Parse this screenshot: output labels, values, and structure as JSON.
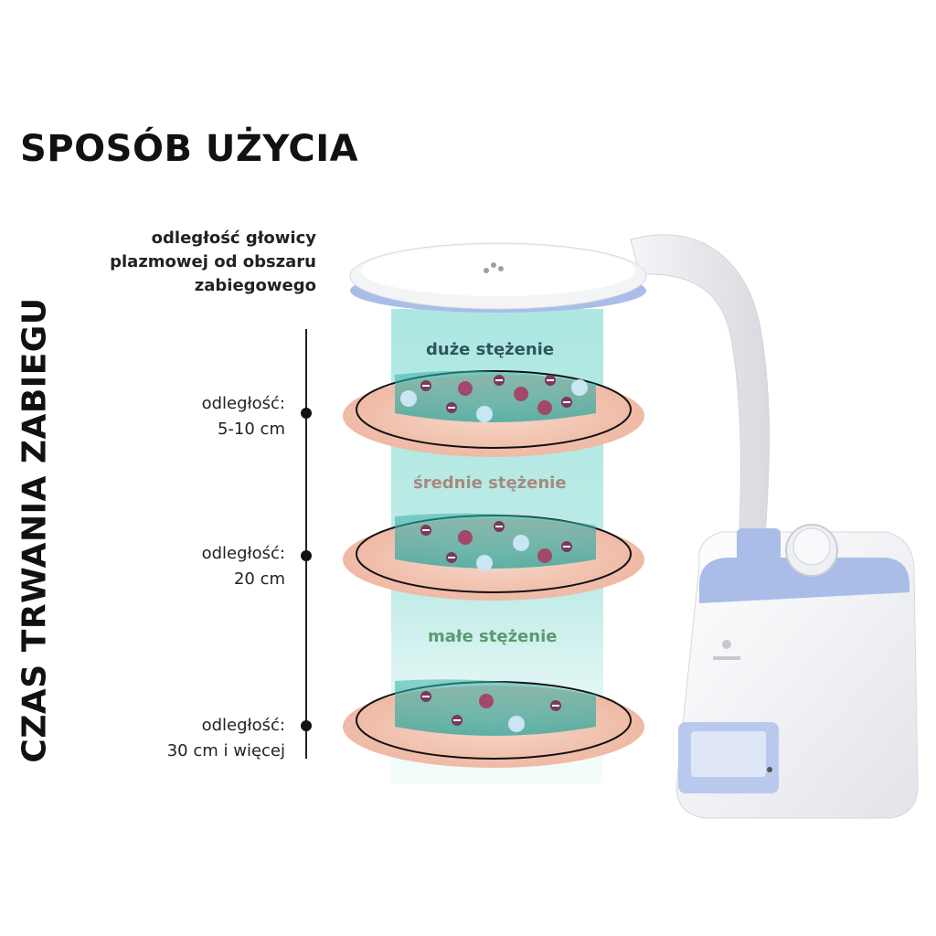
{
  "title": "SPOSÓB UŻYCIA",
  "vertical_title": "CZAS TRWANIA ZABIEGU",
  "head_label": [
    "odległość głowicy",
    "plazmowej od obszaru",
    "zabiegowego"
  ],
  "levels": [
    {
      "distance": [
        "odległość:",
        "5-10 cm"
      ],
      "concentration": "duże stężenie"
    },
    {
      "distance": [
        "odległość:",
        "20 cm"
      ],
      "concentration": "średnie stężenie"
    },
    {
      "distance": [
        "odległość:",
        "30 cm i więcej"
      ],
      "concentration": "małe stężenie"
    }
  ],
  "colors": {
    "level1_text": "#2f5560",
    "level2_text": "#a58a80",
    "level3_text": "#5a9a70",
    "beam": "#7fd6d0",
    "disc": "#f2c3b2",
    "device_accent": "#a9bde8"
  }
}
